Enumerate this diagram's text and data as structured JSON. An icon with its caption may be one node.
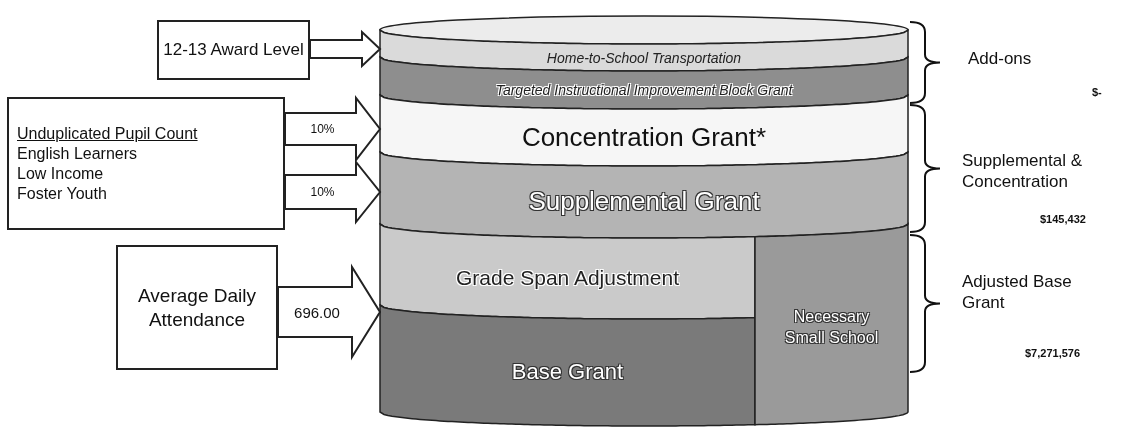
{
  "diagram": {
    "nodes": [
      {
        "text": [
          "12-13 Award Level"
        ]
      },
      {
        "text": [
          "Unduplicated Pupil Count",
          "English Learners",
          "Low Income",
          "Foster Youth"
        ]
      },
      {
        "text": [
          "Average Daily Attendance"
        ]
      },
      {
        "text": [
          "Home-to-School Transportation"
        ]
      },
      {
        "text": [
          "Targeted Instructional Improvement Block Grant"
        ]
      },
      {
        "text": [
          "Concentration Grant*"
        ]
      },
      {
        "text": [
          "Supplemental Grant"
        ]
      },
      {
        "text": [
          "Grade Span Adjustment"
        ]
      },
      {
        "text": [
          "Base Grant"
        ]
      },
      {
        "text": [
          "Necessary Small School"
        ]
      }
    ],
    "edges": [
      {
        "from": 0,
        "to": 3,
        "arrow": "to",
        "style": "thick"
      },
      {
        "from": 1,
        "to": 5,
        "arrow": "to",
        "label": "10%",
        "style": "thick"
      },
      {
        "from": 1,
        "to": 6,
        "arrow": "to",
        "label": "10%",
        "style": "thick"
      },
      {
        "from": 2,
        "to": 8,
        "arrow": "to",
        "label": "696.00",
        "style": "thick"
      }
    ],
    "labels": [
      "Add-ons",
      "$-",
      "Supplemental & Concentration",
      "$145,432",
      "Adjusted Base Grant",
      "$7,271,576"
    ]
  }
}
